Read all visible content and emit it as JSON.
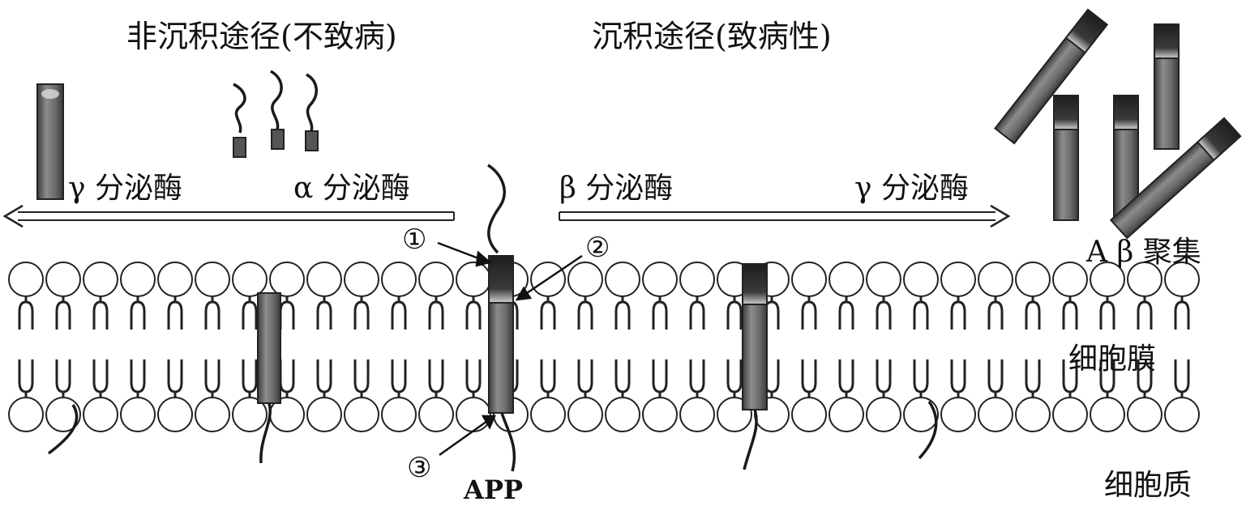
{
  "titles": {
    "non_amyloid": "非沉积途径(不致病)",
    "amyloid": "沉积途径(致病性)"
  },
  "enzymes": {
    "gamma_left": "γ 分泌酶",
    "alpha": "α 分泌酶",
    "beta": "β 分泌酶",
    "gamma_right": "γ 分泌酶"
  },
  "markers": {
    "one": "①",
    "two": "②",
    "three": "③"
  },
  "labels": {
    "app": "APP",
    "abeta_aggregate": "A β 聚集",
    "membrane": "细胞膜",
    "cytoplasm": "细胞质"
  },
  "colors": {
    "protein": "#6e6e6e",
    "protein_dark": "#333333",
    "line": "#111111"
  }
}
